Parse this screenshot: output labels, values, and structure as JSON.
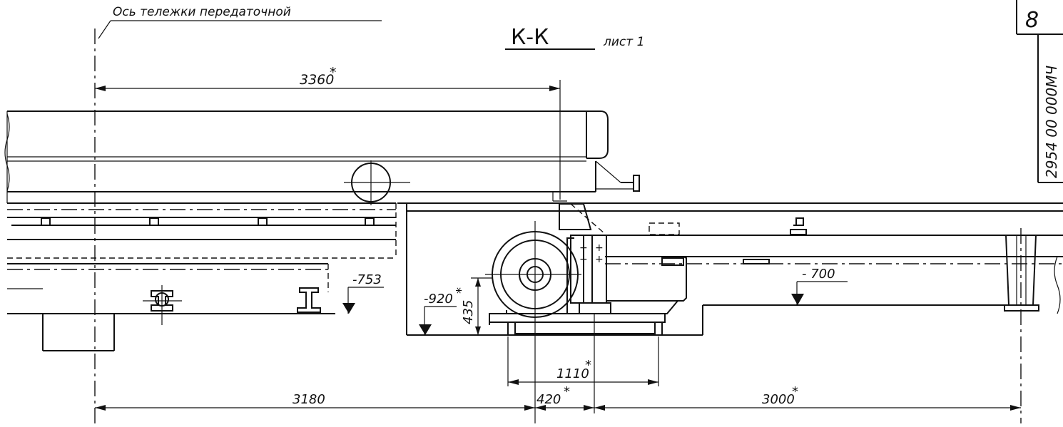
{
  "drawing": {
    "axis_label": "Ось тележки передаточной",
    "section_title": "К-К",
    "sheet_label": "лист 1",
    "sheet_number": "8",
    "doc_code": "2954 00 000МЧ"
  },
  "dimensions": {
    "d_3360": "3360",
    "d_3180": "3180",
    "d_1110": "1110",
    "d_420": "420",
    "d_3000": "3000",
    "d_435": "435",
    "star": "*"
  },
  "levels": {
    "l_753": "-753",
    "l_920": "-920",
    "l_700": "- 700"
  }
}
